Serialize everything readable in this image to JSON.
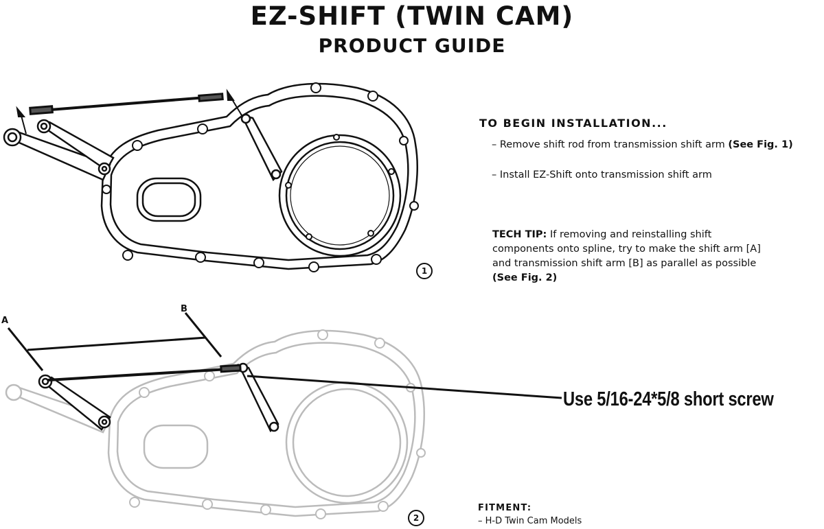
{
  "title": {
    "main": "EZ-SHIFT (TWIN CAM)",
    "sub": "PRODUCT GUIDE"
  },
  "instructions": {
    "heading": "TO BEGIN INSTALLATION...",
    "step1_text": "– Remove shift rod from transmission shift arm ",
    "step1_ref": "(See Fig. 1)",
    "step2_text": "– Install EZ-Shift onto transmission shift arm"
  },
  "tech_tip": {
    "label": "TECH TIP:",
    "text": " If removing and reinstalling shift components onto spline, try to make the shift arm [A] and transmission shift arm [B] as parallel as possible ",
    "ref": "(See Fig. 2)"
  },
  "callout": "Use 5/16-24*5/8 short screw",
  "fitment": {
    "heading": "FITMENT:",
    "text": "– H-D Twin Cam Models"
  },
  "figures": {
    "fig1_label": "1",
    "fig2_label": "2",
    "label_a": "A",
    "label_b": "B"
  }
}
